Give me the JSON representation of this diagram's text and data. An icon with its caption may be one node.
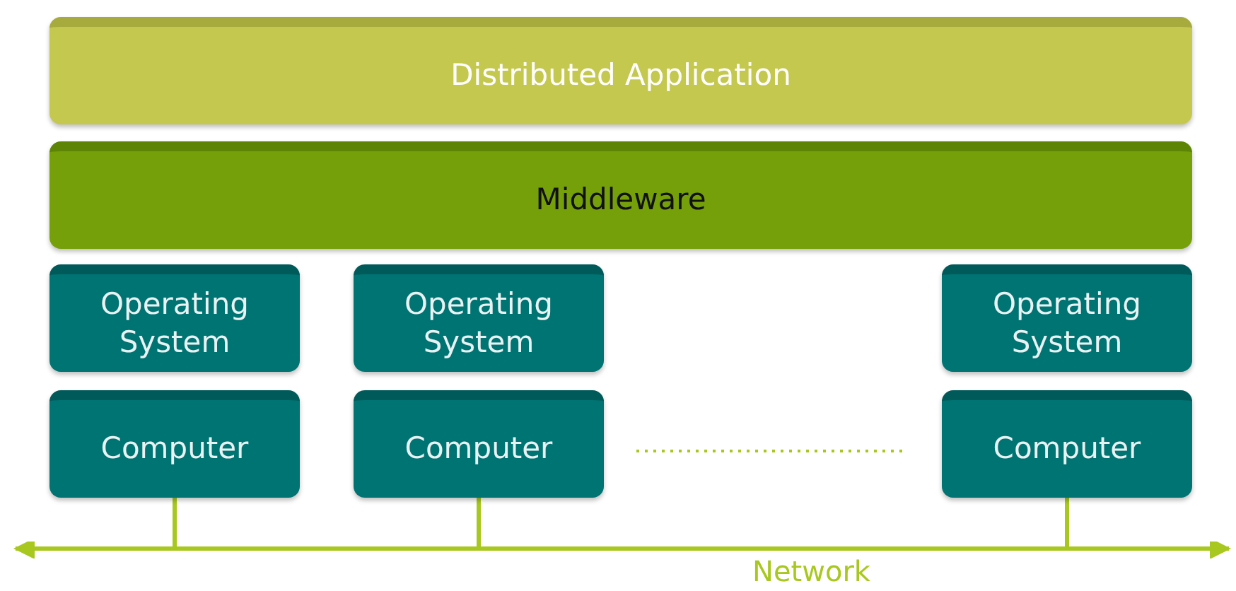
{
  "diagram": {
    "nodes": [
      {
        "text": [
          "Distributed Application"
        ]
      },
      {
        "text": [
          "Middleware"
        ]
      },
      {
        "text": [
          "Operating System"
        ]
      },
      {
        "text": [
          "Operating System"
        ]
      },
      {
        "text": [
          "Operating System"
        ]
      },
      {
        "text": [
          "Computer"
        ]
      },
      {
        "text": [
          "Computer"
        ]
      },
      {
        "text": [
          "Computer"
        ]
      },
      {
        "text": [
          "Network"
        ]
      }
    ],
    "edges": [
      {
        "from": 5,
        "to": 8,
        "arrow": "none"
      },
      {
        "from": 6,
        "to": 8,
        "arrow": "none"
      },
      {
        "from": 7,
        "to": 8,
        "arrow": "none"
      }
    ]
  }
}
